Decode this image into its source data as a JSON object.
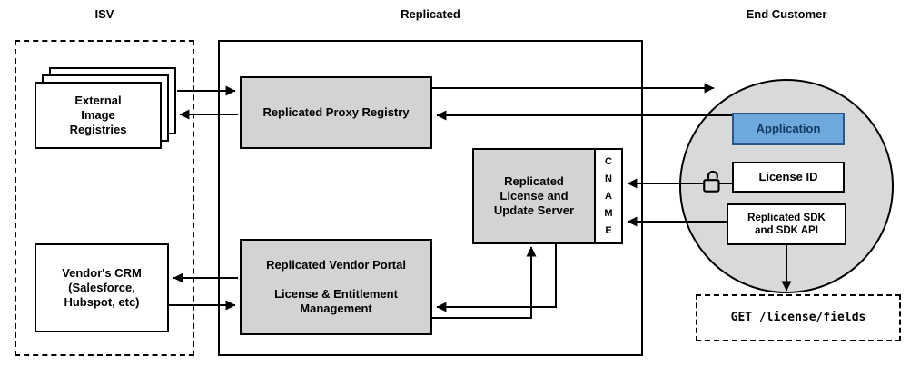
{
  "sections": {
    "isv": {
      "title": "ISV"
    },
    "replicated": {
      "title": "Replicated"
    },
    "end_customer": {
      "title": "End Customer"
    }
  },
  "nodes": {
    "external_image_registries": {
      "label": "External\nImage\nRegistries"
    },
    "vendors_crm": {
      "label": "Vendor's CRM\n(Salesforce,\nHubspot, etc)"
    },
    "replicated_proxy_registry": {
      "label": "Replicated Proxy Registry"
    },
    "replicated_license_update_server": {
      "label": "Replicated\nLicense and\nUpdate Server"
    },
    "cname": {
      "label": "C\nN\nA\nM\nE"
    },
    "replicated_vendor_portal": {
      "label": "Replicated Vendor Portal\n\nLicense & Entitlement\nManagement"
    },
    "application": {
      "label": "Application"
    },
    "license_id": {
      "label": "License ID"
    },
    "replicated_sdk": {
      "label": "Replicated SDK\nand SDK API"
    },
    "get_license_fields": {
      "label": "GET /license/fields"
    }
  },
  "icons": {
    "unlock": "open padlock beside License ID"
  },
  "colors": {
    "background": "#ffffff",
    "node_gray": "#d3d3d3",
    "circle_gray": "#d9d9d9",
    "application_fill": "#6fa8dc",
    "application_border": "#2a5783",
    "application_text": "#123a63",
    "line": "#000000"
  }
}
